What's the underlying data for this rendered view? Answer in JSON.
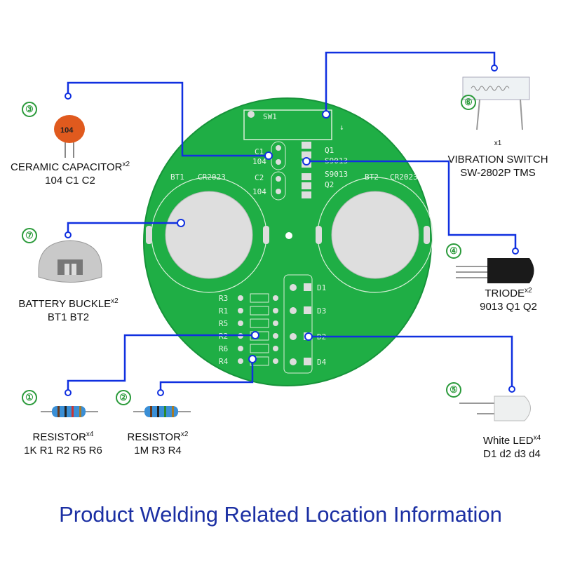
{
  "title": "Product Welding Related Location Information",
  "colors": {
    "pcb": "#1fae45",
    "line": "#1030e0",
    "title": "#1b2fa3",
    "number": "#2a9a3a"
  },
  "pcb_silkscreen": {
    "sw1": "SW1",
    "c1": "C1",
    "c1_val": "104",
    "c2": "C2",
    "c2_val": "104",
    "q1": "Q1",
    "q1_part": "S9013",
    "q2": "Q2",
    "q2_part": "S9013",
    "bt1": "BT1",
    "bt1_type": "CR2023",
    "bt2": "BT2",
    "bt2_type": "CR2023",
    "resistors": [
      "R3",
      "R1",
      "R5",
      "R2",
      "R6",
      "R4"
    ],
    "leds": [
      "D1",
      "D3",
      "D2",
      "D4"
    ]
  },
  "components": [
    {
      "number": "①",
      "name": "RESISTOR",
      "qty": "x4",
      "detail": "1K R1 R2 R5 R6"
    },
    {
      "number": "②",
      "name": "RESISTOR",
      "qty": "x2",
      "detail": "1M R3 R4"
    },
    {
      "number": "③",
      "name": "CERAMIC CAPACITOR",
      "qty": "x2",
      "detail": "104 C1 C2",
      "marking": "104"
    },
    {
      "number": "④",
      "name": "TRIODE",
      "qty": "x2",
      "detail": "9013 Q1 Q2"
    },
    {
      "number": "⑤",
      "name": "White LED",
      "qty": "x4",
      "detail": "D1 d2 d3 d4"
    },
    {
      "number": "⑥",
      "name": "VIBRATION SWITCH",
      "qty": "x1",
      "detail": "SW-2802P TMS"
    },
    {
      "number": "⑦",
      "name": "BATTERY BUCKLE",
      "qty": "x2",
      "detail": "BT1 BT2"
    }
  ]
}
